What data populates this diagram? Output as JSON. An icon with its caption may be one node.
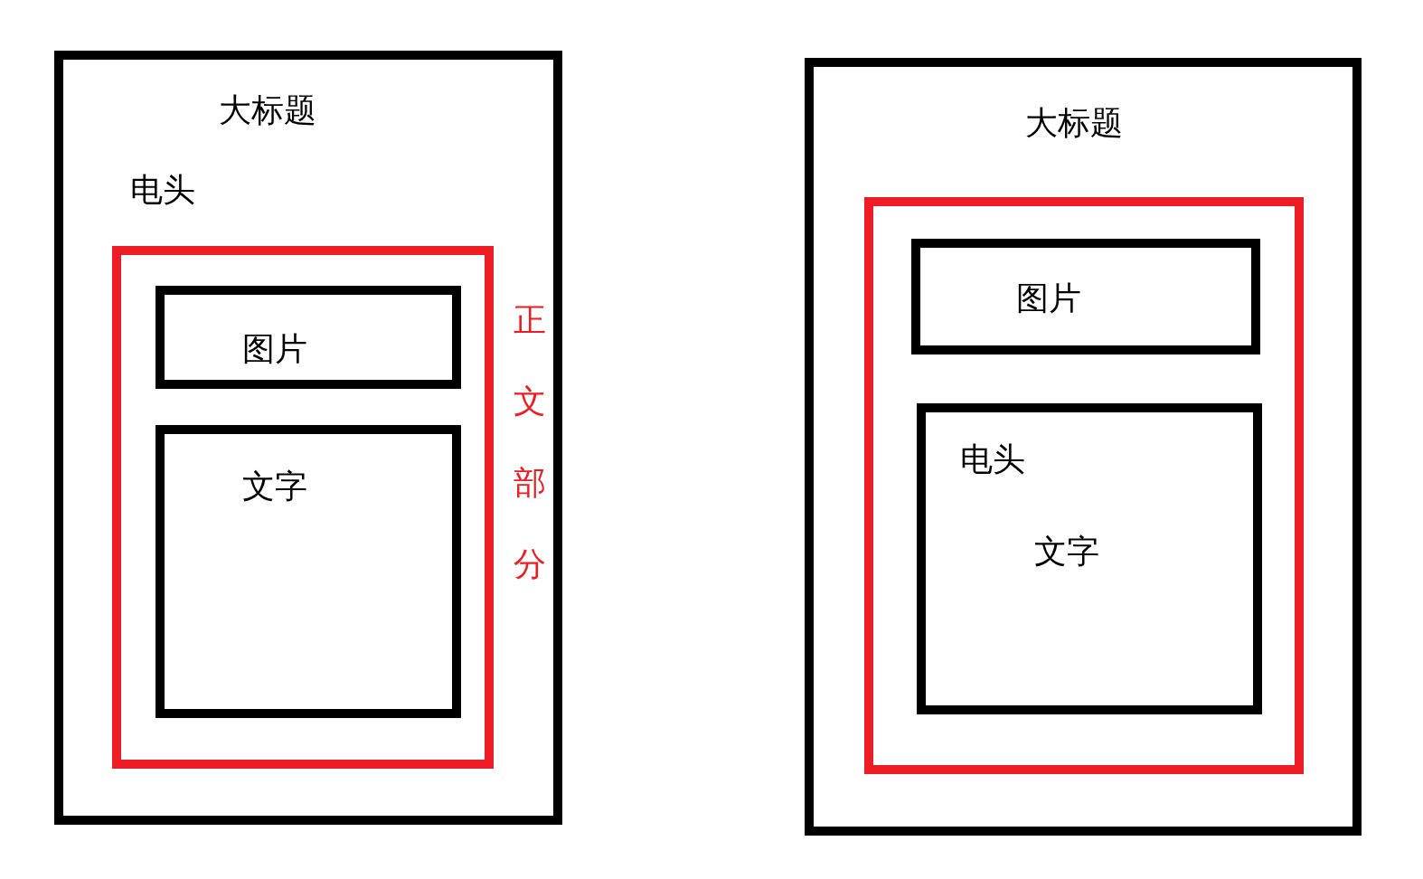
{
  "diagram": {
    "nodes": [
      {
        "text": [
          "大标题",
          "电头"
        ]
      },
      {
        "text": [
          "正文部分"
        ],
        "in": 0
      },
      {
        "text": [
          "图片"
        ],
        "in": 1
      },
      {
        "text": [
          "文字"
        ],
        "in": 1
      },
      {
        "text": [
          "大标题"
        ]
      },
      {
        "text": [],
        "shape": "box",
        "in": 4
      },
      {
        "text": [
          "图片"
        ],
        "in": 5
      },
      {
        "text": [
          "电头",
          "文字"
        ],
        "in": 5
      }
    ]
  }
}
